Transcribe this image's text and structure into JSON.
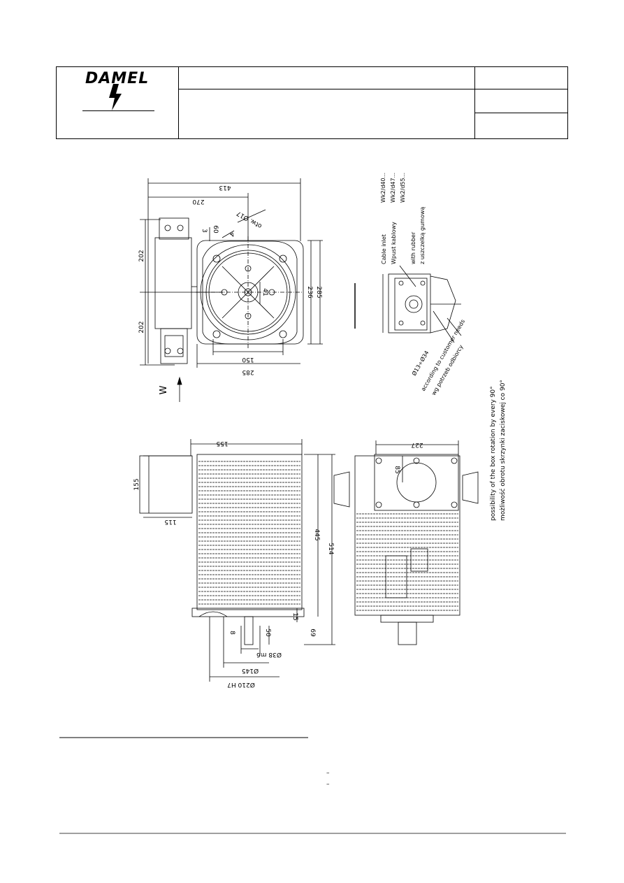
{
  "header": {
    "brand": "DAMEL",
    "logo_icon": "lightning-bolt-icon"
  },
  "top_view": {
    "dims": {
      "d413": "413",
      "d270": "270",
      "d202a": "202",
      "d202b": "202",
      "d3": "3",
      "d60": "60",
      "d4": "4",
      "otw": "otw. Ø17",
      "d41": "41",
      "d236": "236",
      "d285r": "285",
      "d150": "150",
      "d285b": "285",
      "w": "W"
    }
  },
  "inlet_view": {
    "cable_inlet": "Cable inlet",
    "cable_inlet_pl": "Wpust kablowy",
    "wk1": "Wk2/d40...",
    "wk2": "Wk2/d47...",
    "wk3": "Wk2/d55...",
    "rubber_en": "with rubber",
    "rubber_pl": "z uszczelką gumową",
    "phi": "Ø13÷Ø34",
    "customer_en": "according to customer needs",
    "customer_pl": "wg potrzeb odbiorcy"
  },
  "side_view": {
    "dims": {
      "d155a": "155",
      "d155b": "155",
      "d115": "115",
      "d445": "445",
      "d514": "514",
      "d15": "15",
      "d8": "8",
      "d50": "50",
      "d69": "69",
      "d38": "Ø38 m6",
      "d145": "Ø145",
      "d210": "Ø210 H7"
    }
  },
  "front_view": {
    "dims": {
      "d227": "227",
      "d85": "85"
    },
    "rotation_en": "possibility of the box rotation by every 90°",
    "rotation_pl": "możliwość obrotu skrzynki zaciskowej co 90°"
  },
  "footer": {
    "mark": "–"
  }
}
